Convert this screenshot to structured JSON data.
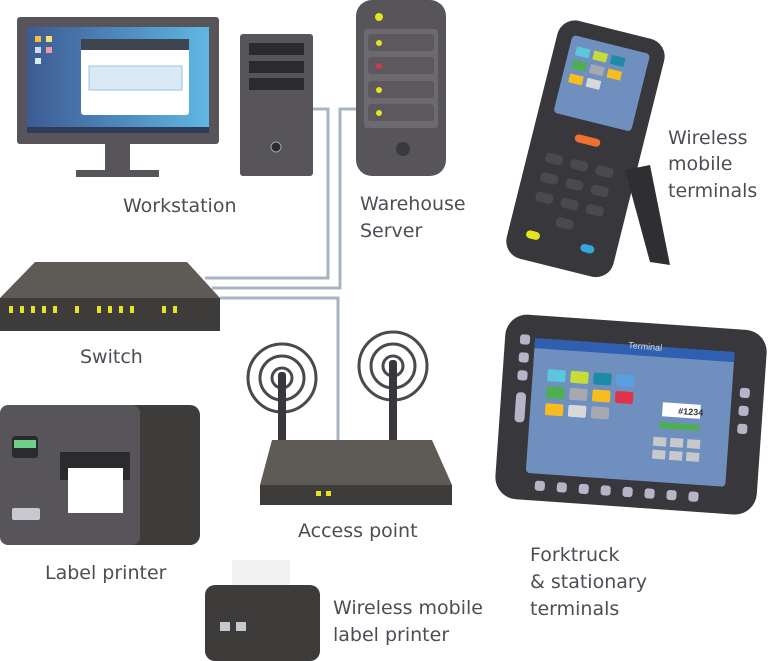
{
  "labels": {
    "workstation": "Workstation",
    "server_line1": "Warehouse",
    "server_line2": "Server",
    "switch": "Switch",
    "access_point": "Access point",
    "label_printer": "Label printer",
    "mobile_printer_line1": "Wireless mobile",
    "mobile_printer_line2": "label printer",
    "forktruck_line1": "Forktruck",
    "forktruck_line2": "& stationary",
    "forktruck_line3": "terminals",
    "wireless_line1": "Wireless",
    "wireless_line2": "mobile",
    "wireless_line3": "terminals"
  },
  "device_text": {
    "terminal_brand": "Terminal",
    "ticket_number": "#1234"
  },
  "colors": {
    "device_body": "#57555a",
    "device_dark": "#2f2f33",
    "cable": "#a9b4c2",
    "led_yellow": "#e5e41f",
    "led_red": "#e0334a",
    "screen_blue": "#6f8fbf",
    "text": "#4a4f55"
  }
}
